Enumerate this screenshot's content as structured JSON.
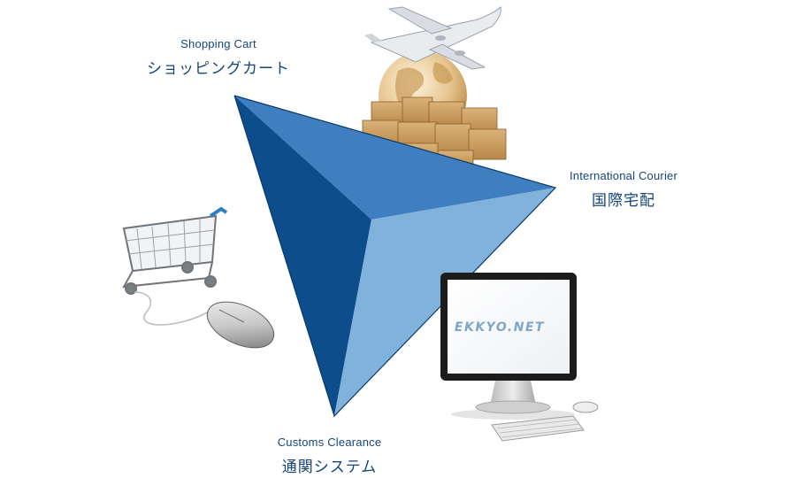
{
  "labels": {
    "shopping_cart": {
      "en": "Shopping Cart",
      "ja": "ショッピングカート"
    },
    "international_courier": {
      "en": "International Courier",
      "ja": "国際宅配"
    },
    "customs_clearance": {
      "en": "Customs Clearance",
      "ja": "通関システム"
    }
  },
  "monitor": {
    "screen_text": "EKKYO.NET"
  },
  "colors": {
    "label_text": "#15457a",
    "facet_dark": "#0e4d8c",
    "facet_mid": "#3f7fbf",
    "facet_light": "#80b2dc",
    "screen_text": "#7fa6c8"
  }
}
